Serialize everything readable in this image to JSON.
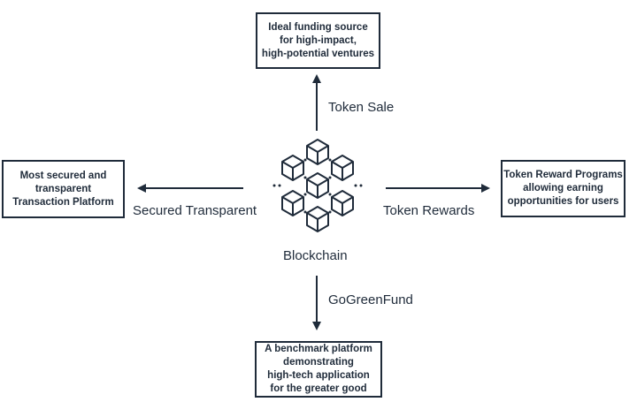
{
  "center": {
    "label": "Blockchain",
    "icon": "blockchain-cubes-icon"
  },
  "top": {
    "arrow_label": "Token Sale",
    "box_lines": [
      "Ideal funding source",
      "for high-impact,",
      "high-potential ventures"
    ]
  },
  "left": {
    "arrow_label": "Secured Transparent",
    "box_lines": [
      "Most secured and",
      "transparent",
      "Transaction Platform"
    ]
  },
  "right": {
    "arrow_label": "Token Rewards",
    "box_lines": [
      "Token Reward Programs",
      "allowing earning",
      "opportunities for users"
    ]
  },
  "bottom": {
    "arrow_label": "GoGreenFund",
    "box_lines": [
      "A benchmark platform",
      "demonstrating",
      "high-tech application",
      "for the greater good"
    ]
  },
  "colors": {
    "ink": "#1f2b3a",
    "background": "#ffffff"
  }
}
